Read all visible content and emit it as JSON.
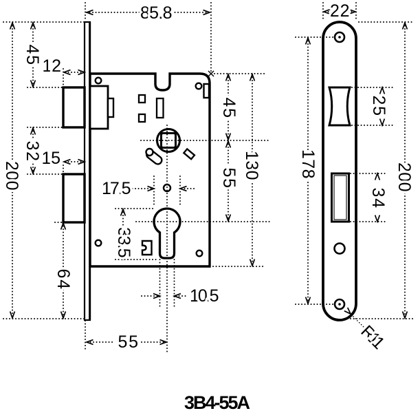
{
  "title": "3B4-55A",
  "colors": {
    "ink": "#000000",
    "bg": "#ffffff"
  },
  "lock_body_view": {
    "dim_depth": "85.8",
    "dim_top_to_latch": "45",
    "dim_latch_protrusion": "12",
    "dim_faceplate_height": "200",
    "dim_latch_to_bolt": "32",
    "dim_bolt_protrusion": "15",
    "dim_bolt_to_bottom": "64",
    "dim_cylinder_diameter": "17.5",
    "dim_cylinder_profile_height": "33.5",
    "dim_keyway_width": "10.5",
    "dim_backset": "55",
    "dim_top_to_follower": "45",
    "dim_follower_to_cylinder": "55",
    "dim_case_height": "130"
  },
  "faceplate_view": {
    "dim_width": "22",
    "dim_latch_cutout": "25",
    "dim_screw_spacing": "178",
    "dim_height": "200",
    "dim_bolt_cutout": "34",
    "dim_corner_radius": "R11"
  }
}
